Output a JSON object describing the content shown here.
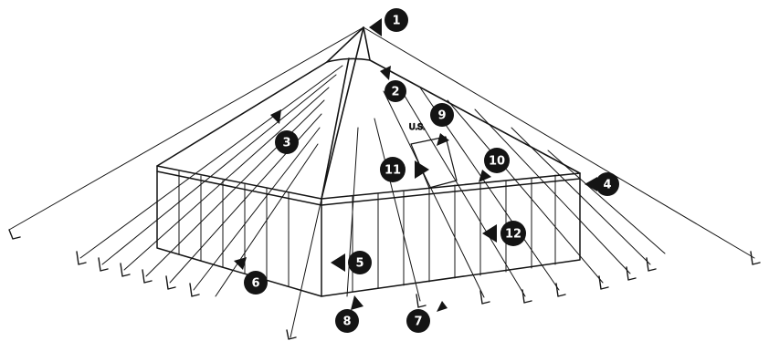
{
  "colors": {
    "ink": "#141414",
    "background": "#ffffff",
    "callout_fill": "#141414",
    "callout_text": "#ffffff"
  },
  "tent_marking": "U.S.",
  "callouts": [
    {
      "id": "1",
      "icon": "arrow-left-callout"
    },
    {
      "id": "2",
      "icon": "arrow-up-callout"
    },
    {
      "id": "3",
      "icon": "arrow-up-callout"
    },
    {
      "id": "4",
      "icon": "arrow-left-callout"
    },
    {
      "id": "5",
      "icon": "arrow-left-callout"
    },
    {
      "id": "6",
      "icon": "arrow-up-left-callout"
    },
    {
      "id": "7",
      "icon": "arrow-up-right-callout"
    },
    {
      "id": "8",
      "icon": "arrow-up-callout"
    },
    {
      "id": "9",
      "icon": "arrow-down-left-callout"
    },
    {
      "id": "10",
      "icon": "arrow-down-left-callout"
    },
    {
      "id": "11",
      "icon": "arrow-right-callout"
    },
    {
      "id": "12",
      "icon": "arrow-left-callout"
    }
  ]
}
